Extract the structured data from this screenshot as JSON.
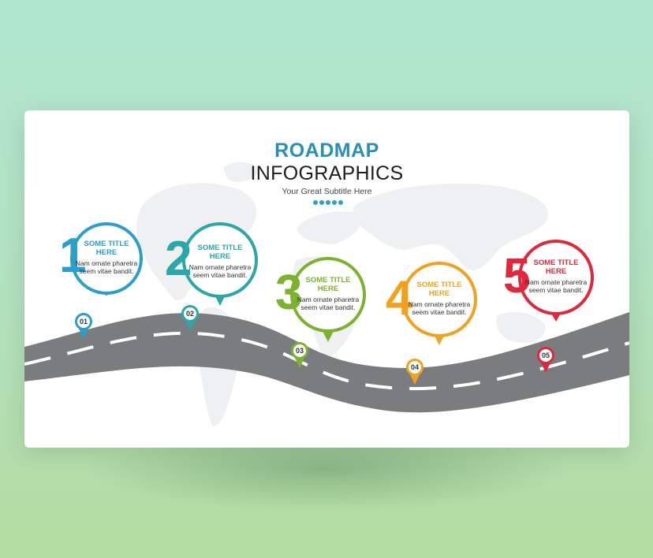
{
  "heading": {
    "title_line1": "ROADMAP",
    "title_line2": "INFOGRAPHICS",
    "subtitle": "Your Great Subtitle Here"
  },
  "steps": [
    {
      "number": "1",
      "title": "SOME TITLE HERE",
      "body": "Nam ornate pharetra seem vitae bandit.",
      "pin": "01",
      "color": "#2a9fcb"
    },
    {
      "number": "2",
      "title": "SOME TITLE HERE",
      "body": "Nam ornate pharetra seem vitae bandit.",
      "pin": "02",
      "color": "#2aa7a7"
    },
    {
      "number": "3",
      "title": "SOME TITLE HERE",
      "body": "Nam ornate pharetra seem vitae bandit.",
      "pin": "03",
      "color": "#7cb32e"
    },
    {
      "number": "4",
      "title": "SOME TITLE HERE",
      "body": "Nam ornate pharetra seem vitae bandit.",
      "pin": "04",
      "color": "#f0a21f"
    },
    {
      "number": "5",
      "title": "SOME TITLE HERE",
      "body": "Nam ornate pharetra seem vitae bandit.",
      "pin": "05",
      "color": "#e0283c"
    }
  ],
  "colors": {
    "road": "#7a7c7e",
    "map": "#eef0f1",
    "title_accent": "#2b8fb5"
  }
}
